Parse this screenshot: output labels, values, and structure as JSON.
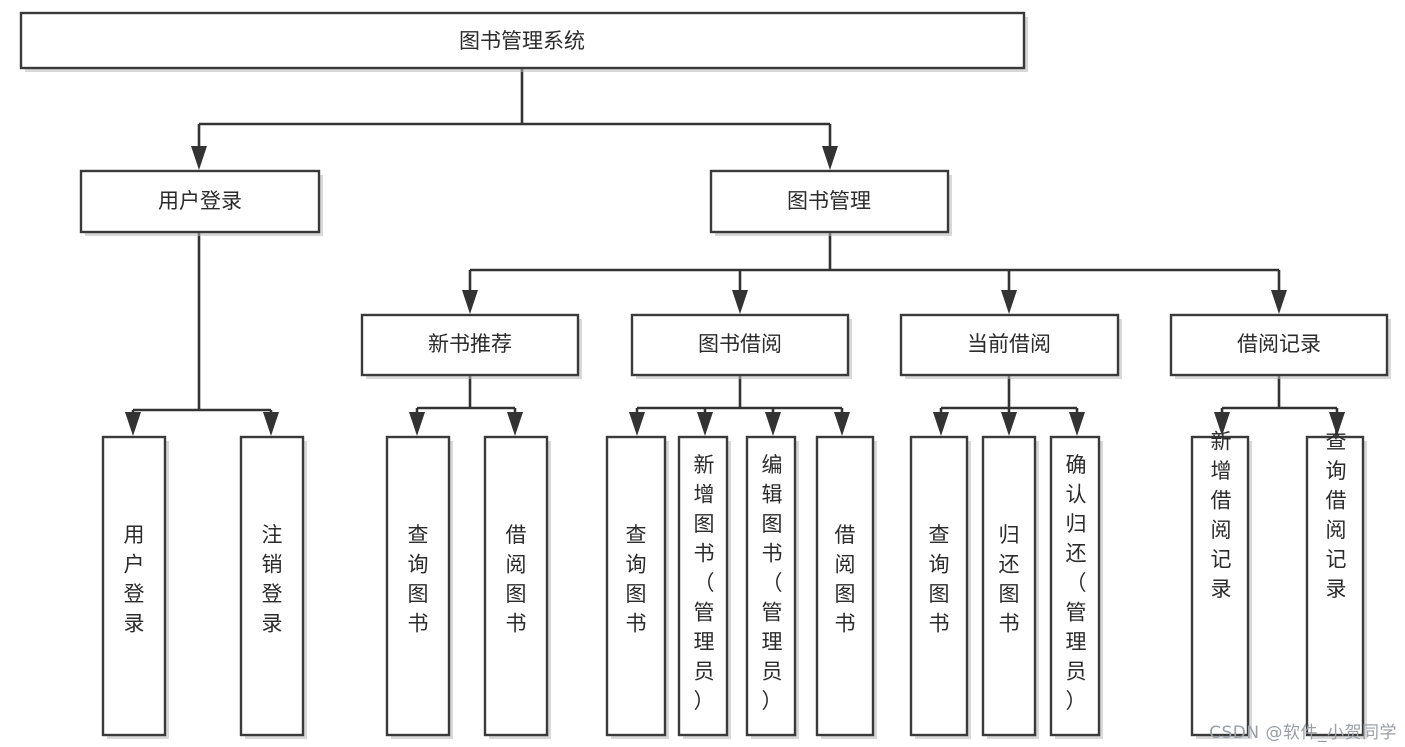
{
  "diagram": {
    "type": "tree-hierarchy",
    "title": "图书管理系统",
    "watermark": "CSDN @软件_小贺同学",
    "colors": {
      "box_stroke": "#3a3a3a",
      "box_fill": "#ffffff",
      "connector": "#333333",
      "text": "#2b2b2b",
      "watermark": "#9aa0a6",
      "background": "#ffffff"
    },
    "root": {
      "label": "图书管理系统"
    },
    "level1": [
      {
        "label": "用户登录"
      },
      {
        "label": "图书管理"
      }
    ],
    "level2": [
      {
        "label": "新书推荐",
        "parent": "图书管理"
      },
      {
        "label": "图书借阅",
        "parent": "图书管理"
      },
      {
        "label": "当前借阅",
        "parent": "图书管理"
      },
      {
        "label": "借阅记录",
        "parent": "图书管理"
      }
    ],
    "leaves": {
      "用户登录": [
        {
          "label": "用户登录"
        },
        {
          "label": "注销登录"
        }
      ],
      "新书推荐": [
        {
          "label": "查询图书"
        },
        {
          "label": "借阅图书"
        }
      ],
      "图书借阅": [
        {
          "label": "查询图书"
        },
        {
          "label": "新增图书（管理员）"
        },
        {
          "label": "编辑图书（管理员）"
        },
        {
          "label": "借阅图书"
        }
      ],
      "当前借阅": [
        {
          "label": "查询图书"
        },
        {
          "label": "归还图书"
        },
        {
          "label": "确认归还（管理员）"
        }
      ],
      "借阅记录": [
        {
          "label": "新增借阅记录"
        },
        {
          "label": "查询借阅记录"
        }
      ]
    }
  }
}
